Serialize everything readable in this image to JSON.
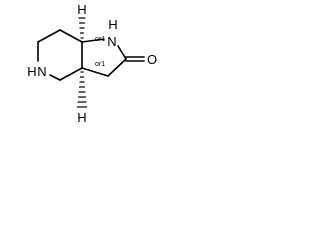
{
  "molecule": {
    "atoms": {
      "n_ring5": "N",
      "h_on_n_ring5": "H",
      "n_ring6": "N",
      "h_on_n_ring6": "H",
      "o_carbonyl": "O",
      "h_top_stereo": "H",
      "h_bottom_stereo": "H"
    },
    "stereo": {
      "label_top": "or1",
      "label_bottom": "or1"
    }
  }
}
